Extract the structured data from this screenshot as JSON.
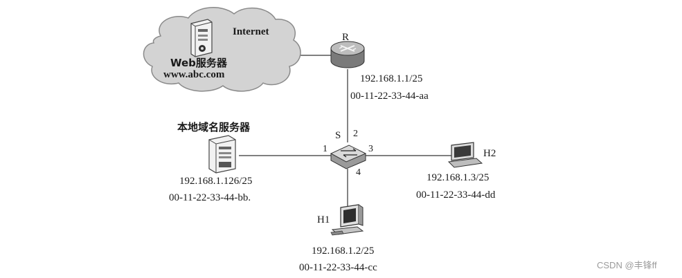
{
  "cloud": {
    "title": "Internet",
    "server_name": "Web服务器",
    "server_url": "www.abc.com"
  },
  "router": {
    "name": "R",
    "ip": "192.168.1.1/25",
    "mac": "00-11-22-33-44-aa"
  },
  "switch": {
    "name": "S",
    "ports": [
      "1",
      "2",
      "3",
      "4"
    ]
  },
  "dns_server": {
    "name": "本地域名服务器",
    "ip": "192.168.1.126/25",
    "mac": "00-11-22-33-44-bb."
  },
  "h2": {
    "name": "H2",
    "ip": "192.168.1.3/25",
    "mac": "00-11-22-33-44-dd"
  },
  "h1": {
    "name": "H1",
    "ip": "192.168.1.2/25",
    "mac": "00-11-22-33-44-cc"
  },
  "watermark": "CSDN @丰锋ff",
  "colors": {
    "cloud_fill": "#d3d3d3",
    "cloud_stroke": "#8a8a8a",
    "line": "#333333",
    "watermark": "#9a9a9a"
  }
}
